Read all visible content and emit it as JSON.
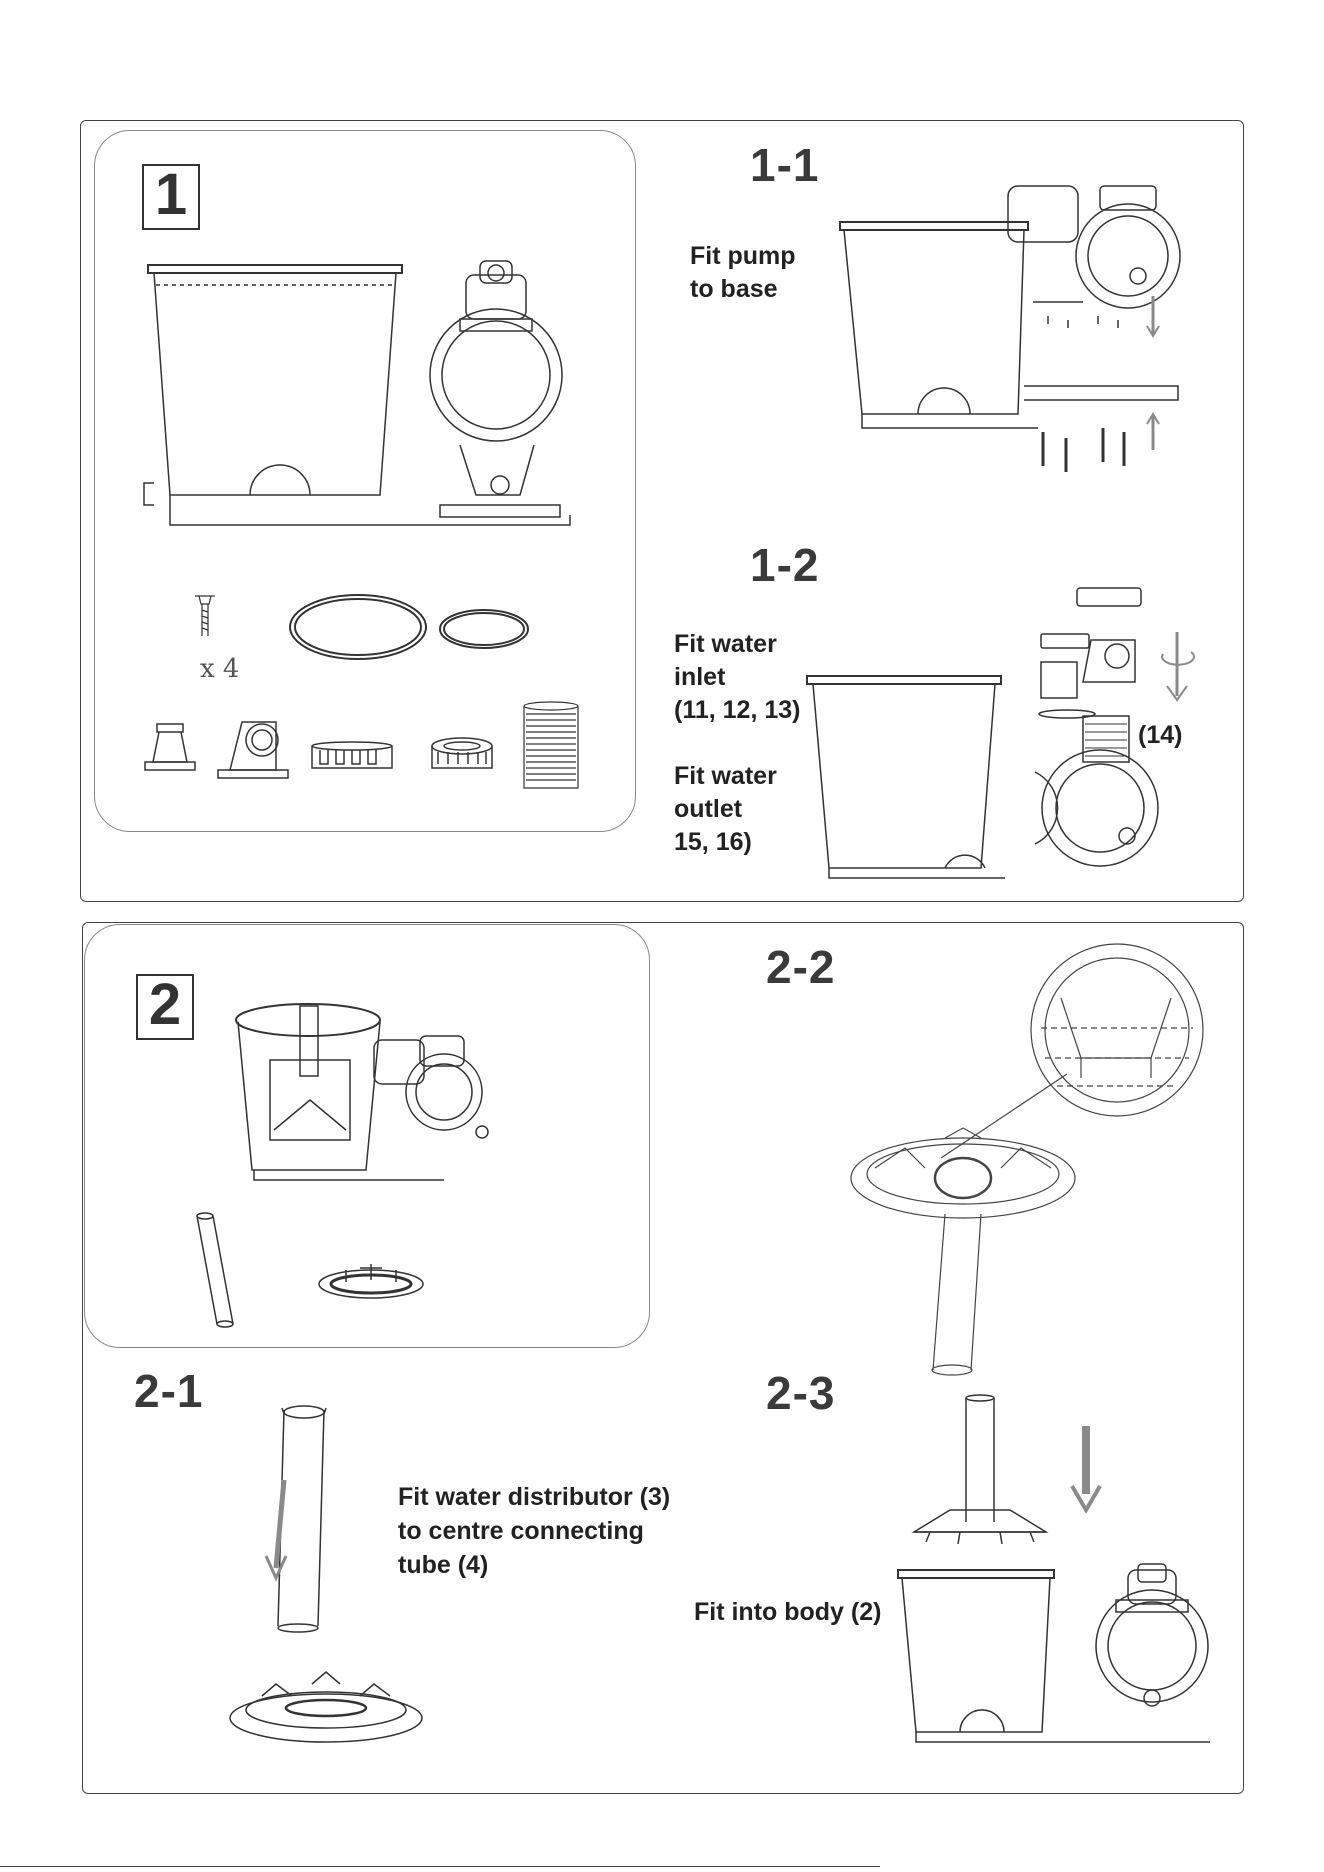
{
  "panel1": {
    "step_number": "1",
    "parts_quantity": "x 4",
    "step_1_1": {
      "heading": "1-1",
      "instruction": "Fit pump\nto base"
    },
    "step_1_2": {
      "heading": "1-2",
      "instruction_inlet": "Fit water\ninlet\n(11, 12, 13)",
      "instruction_outlet": "Fit water\noutlet\n15, 16)",
      "callout": "(14)"
    }
  },
  "panel2": {
    "step_number": "2",
    "step_2_1": {
      "heading": "2-1",
      "instruction": "Fit water distributor (3)\nto centre connecting\ntube (4)"
    },
    "step_2_2": {
      "heading": "2-2"
    },
    "step_2_3": {
      "heading": "2-3",
      "instruction": "Fit into body (2)"
    }
  },
  "colors": {
    "frame": "#444444",
    "arrow": "#8a8a8a",
    "line_art": "#333333"
  }
}
